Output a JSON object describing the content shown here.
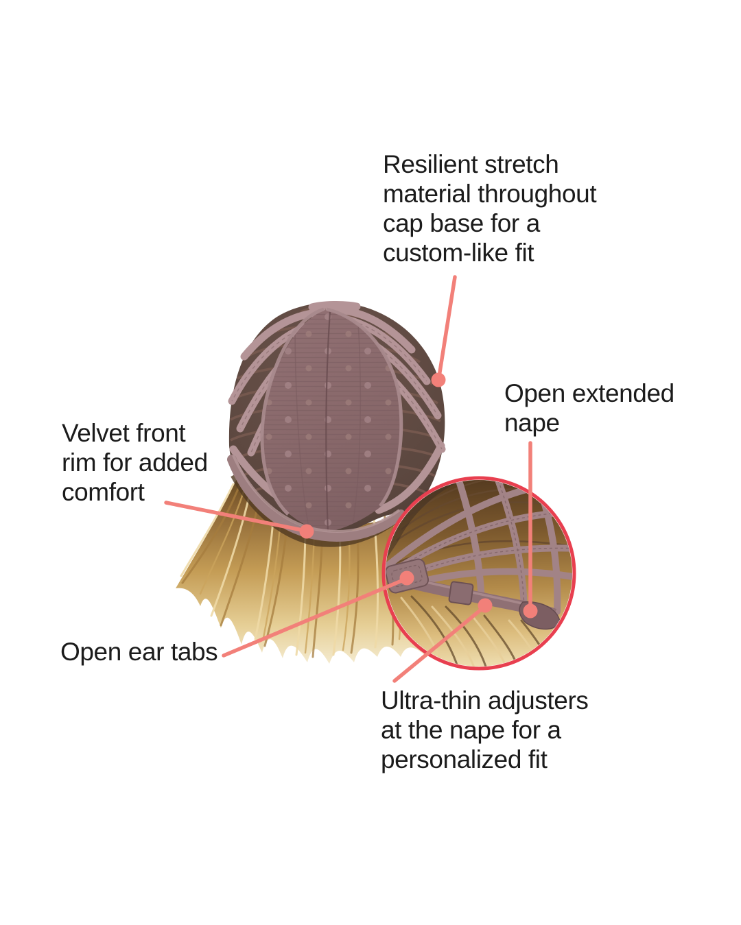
{
  "figure": {
    "type": "product-feature-callout-diagram",
    "subject": "wig cap construction, back view with zoomed nape inset"
  },
  "annotations": {
    "resilient_stretch": {
      "label": "Resilient stretch\nmaterial throughout\ncap base for a\ncustom-like fit"
    },
    "open_extended_nape": {
      "label": "Open extended\nnape"
    },
    "velvet_front_rim": {
      "label": "Velvet front\nrim for added\ncomfort"
    },
    "open_ear_tabs": {
      "label": "Open ear tabs"
    },
    "ultra_thin_adjusters": {
      "label": "Ultra-thin adjusters\nat the nape for a\npersonalized fit"
    }
  },
  "colors": {
    "accent": "#F28079",
    "inset_ring": "#E83F4F",
    "ink": "#1B1B1B",
    "cap_panel": "#8D6D70",
    "cap_side": "#55423B",
    "strap": "#B49497",
    "rim_band": "#9D7E80",
    "hair_root": "#6E4F28",
    "hair_mid": "#D9B872",
    "hair_tip": "#F6EED6",
    "background": "#FFFFFF"
  }
}
